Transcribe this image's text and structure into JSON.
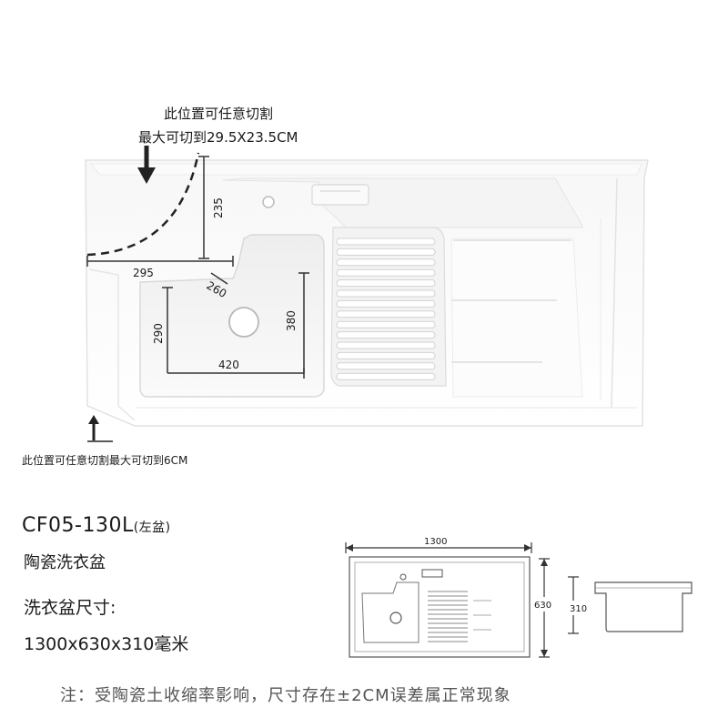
{
  "notes": {
    "top_line1": "此位置可任意切割",
    "top_line2": "最大可切到29.5X23.5CM",
    "bottom": "此位置可任意切割最大可切到6CM"
  },
  "dimensions": {
    "d295": "295",
    "d235": "235",
    "d260": "260",
    "d290": "290",
    "d380": "380",
    "d420": "420"
  },
  "product": {
    "model": "CF05-130L",
    "model_suffix": "(左盆)",
    "name": "陶瓷洗衣盆",
    "size_label": "洗衣盆尺寸:",
    "size_value": "1300x630x310毫米"
  },
  "drawing": {
    "width": "1300",
    "depth": "630",
    "height": "310"
  },
  "disclaimer": "注：受陶瓷土收缩率影响，尺寸存在±2CM误差属正常现象"
}
